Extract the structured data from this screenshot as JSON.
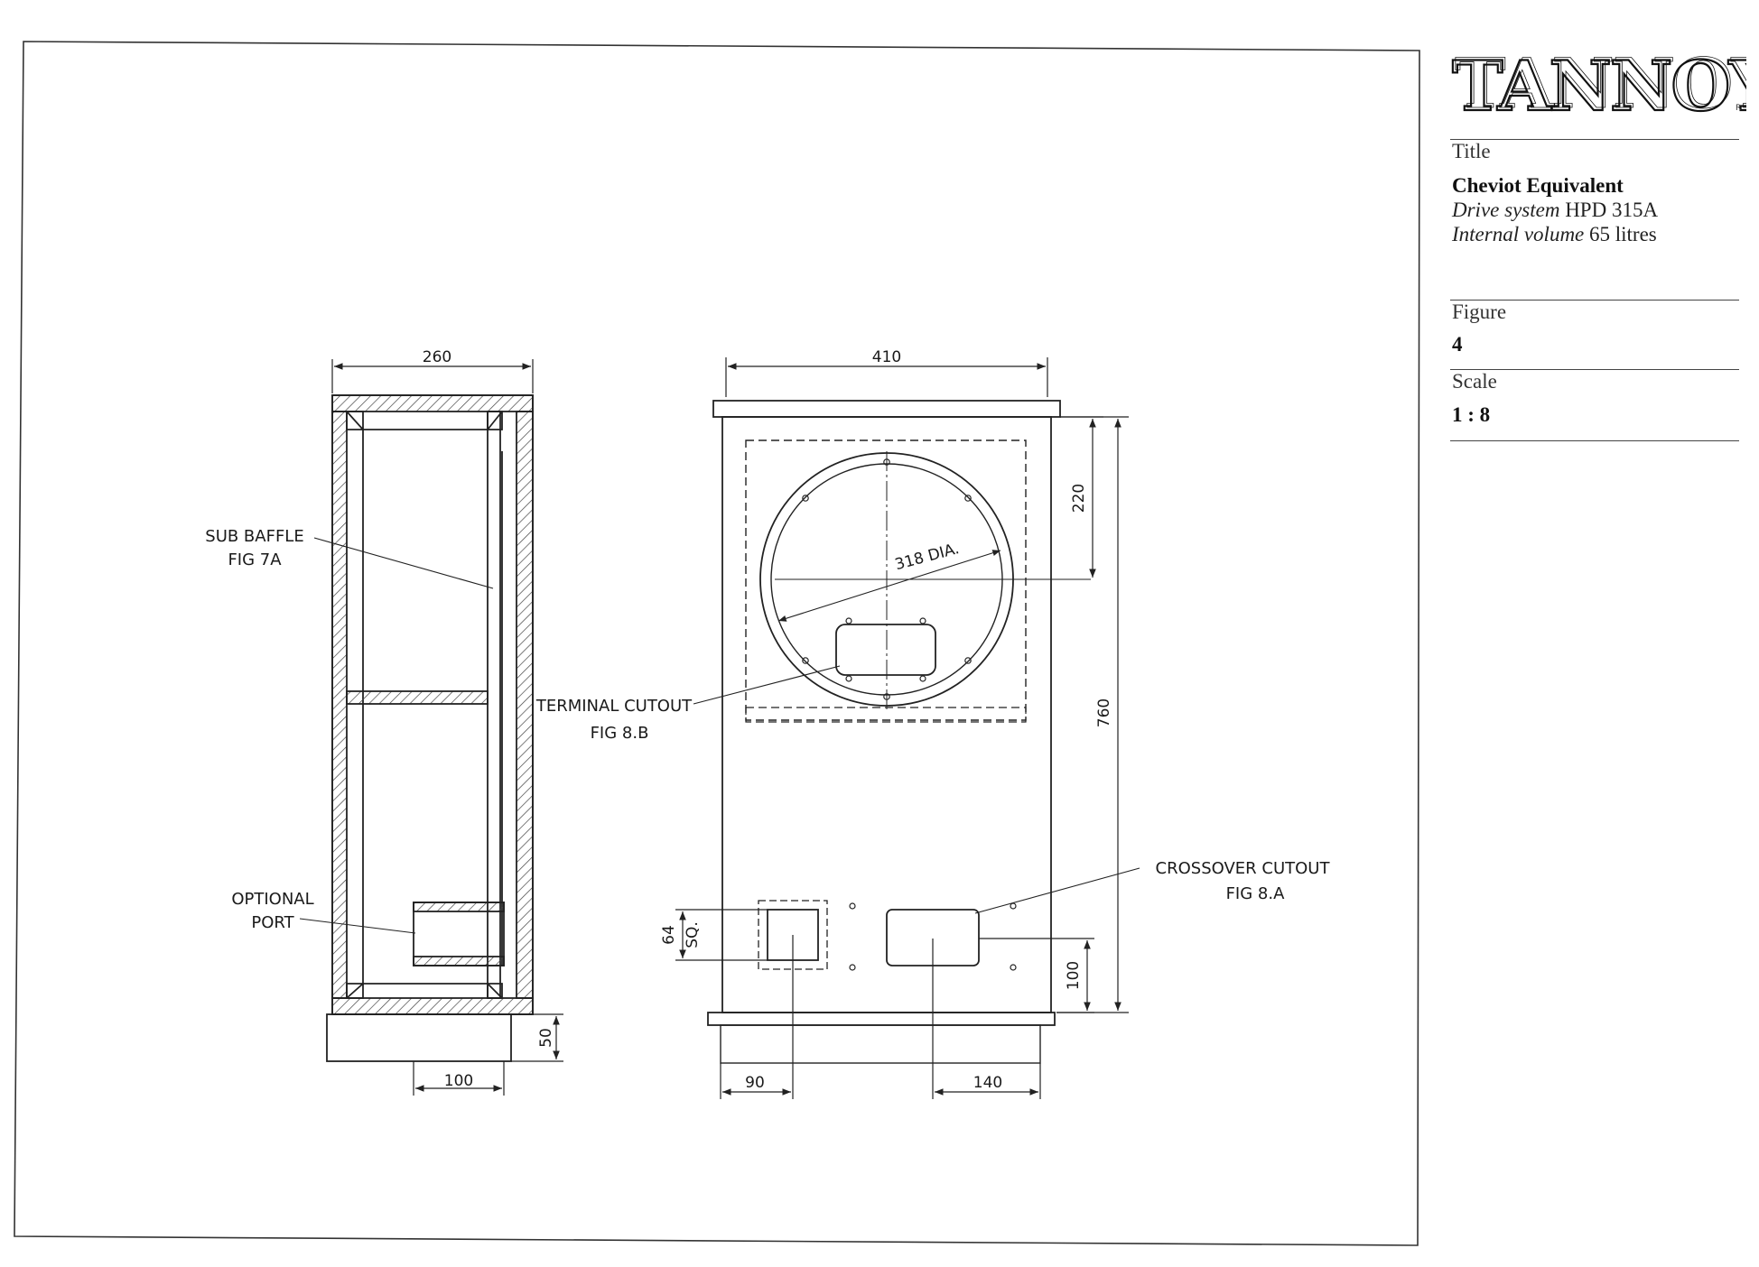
{
  "brand": {
    "logo_text": "TANNOY",
    "registered_mark": "R"
  },
  "title_block": {
    "title_heading": "Title",
    "title_value": "Cheviot Equivalent",
    "drive_label": "Drive system",
    "drive_value": "HPD 315A",
    "volume_label": "Internal volume",
    "volume_value": "65 litres",
    "figure_heading": "Figure",
    "figure_value": "4",
    "scale_heading": "Scale",
    "scale_value": "1 : 8"
  },
  "side_view": {
    "labels": {
      "sub_baffle_line1": "SUB BAFFLE",
      "sub_baffle_line2": "FIG 7A",
      "optional_port_line1": "OPTIONAL",
      "optional_port_line2": "PORT"
    },
    "dimensions": {
      "width": "260",
      "port_width": "100",
      "plinth_height": "50"
    }
  },
  "front_view": {
    "labels": {
      "terminal_cutout_line1": "TERMINAL CUTOUT",
      "terminal_cutout_line2": "FIG 8.B",
      "crossover_cutout_line1": "CROSSOVER CUTOUT",
      "crossover_cutout_line2": "FIG 8.A",
      "driver_diameter": "318 DIA."
    },
    "dimensions": {
      "width": "410",
      "driver_centre_from_top": "220",
      "overall_height": "760",
      "cutout_centre_from_bottom": "100",
      "square_cutout_line1": "64",
      "square_cutout_line2": "SQ.",
      "square_offset": "90",
      "crossover_offset": "140"
    }
  }
}
